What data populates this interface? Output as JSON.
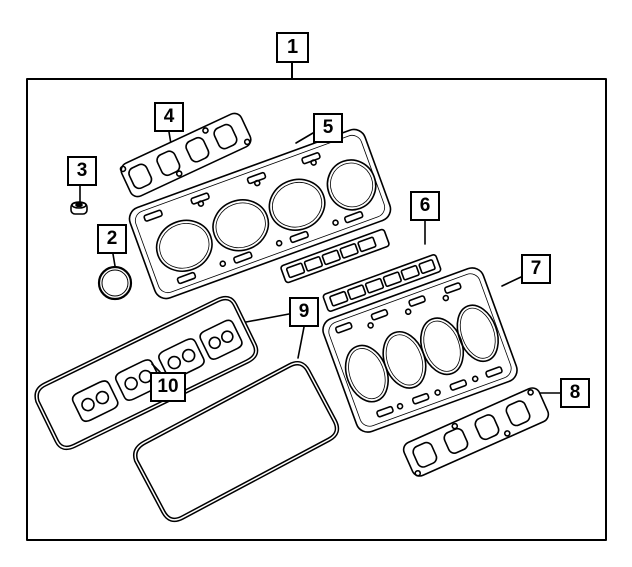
{
  "callouts": {
    "kit": "1",
    "o_ring": "2",
    "plug": "3",
    "exhaust_gasket_left": "4",
    "head_gasket_left": "5",
    "intake_gaskets": "6",
    "head_gasket_right": "7",
    "exhaust_gasket_right": "8",
    "valve_cover_gaskets": "9",
    "spark_plug_tube_seals": "10"
  },
  "colors": {
    "line": "#000000",
    "background": "#ffffff"
  }
}
